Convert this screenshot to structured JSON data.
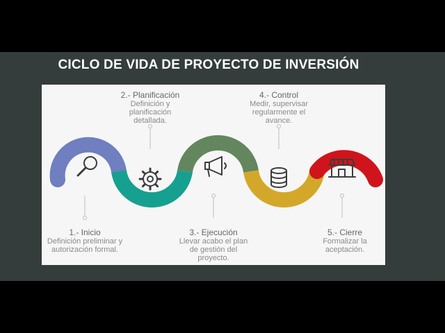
{
  "slide": {
    "title": "CICLO DE VIDA DE PROYECTO DE INVERSIÓN"
  },
  "stages": [
    {
      "heading": "1.- Inicio",
      "lines": [
        "Definición preliminar y",
        "autorización formal."
      ],
      "color": "#6f7fbf",
      "icon": "magnifier-icon"
    },
    {
      "heading": "2.- Planificación",
      "lines": [
        "Definición y",
        "planificación",
        "detallada."
      ],
      "color": "#16a08f",
      "icon": "gear-icon"
    },
    {
      "heading": "3.- Ejecución",
      "lines": [
        "Llevar acabo el plan",
        "de gestión del",
        "proyecto."
      ],
      "color": "#63865e",
      "icon": "megaphone-icon"
    },
    {
      "heading": "4.- Control",
      "lines": [
        "Medir, supervisar",
        "regularmente el",
        "avance."
      ],
      "color": "#d3a82a",
      "icon": "database-icon"
    },
    {
      "heading": "5.- Cierre",
      "lines": [
        "Formalizar la",
        "aceptación."
      ],
      "color": "#d0141c",
      "icon": "storefront-icon"
    }
  ]
}
